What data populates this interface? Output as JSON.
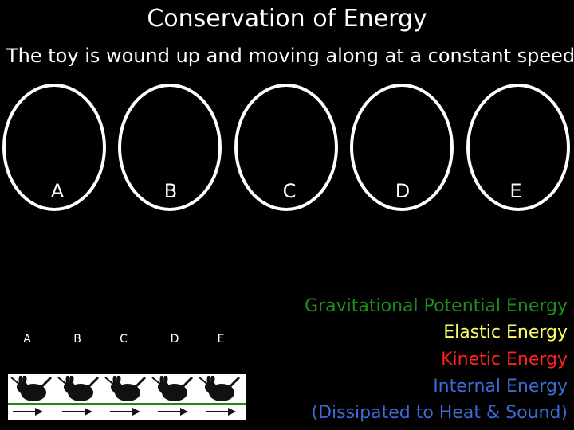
{
  "title": "Conservation of Energy",
  "subtitle": "The toy is wound up and moving along at a constant speed.",
  "circles": [
    {
      "label": "A"
    },
    {
      "label": "B"
    },
    {
      "label": "C"
    },
    {
      "label": "D"
    },
    {
      "label": "E"
    }
  ],
  "sequence_labels": [
    "A",
    "B",
    "C",
    "D",
    "E"
  ],
  "legend": [
    {
      "text": "Gravitational Potential Energy",
      "color": "#1e8c1e"
    },
    {
      "text": "Elastic Energy",
      "color": "#ffff66"
    },
    {
      "text": "Kinetic Energy",
      "color": "#ff2020"
    },
    {
      "text": "Internal Energy",
      "color": "#3a6bd6"
    },
    {
      "text": "(Dissipated to Heat & Sound)",
      "color": "#3a6bd6"
    }
  ]
}
